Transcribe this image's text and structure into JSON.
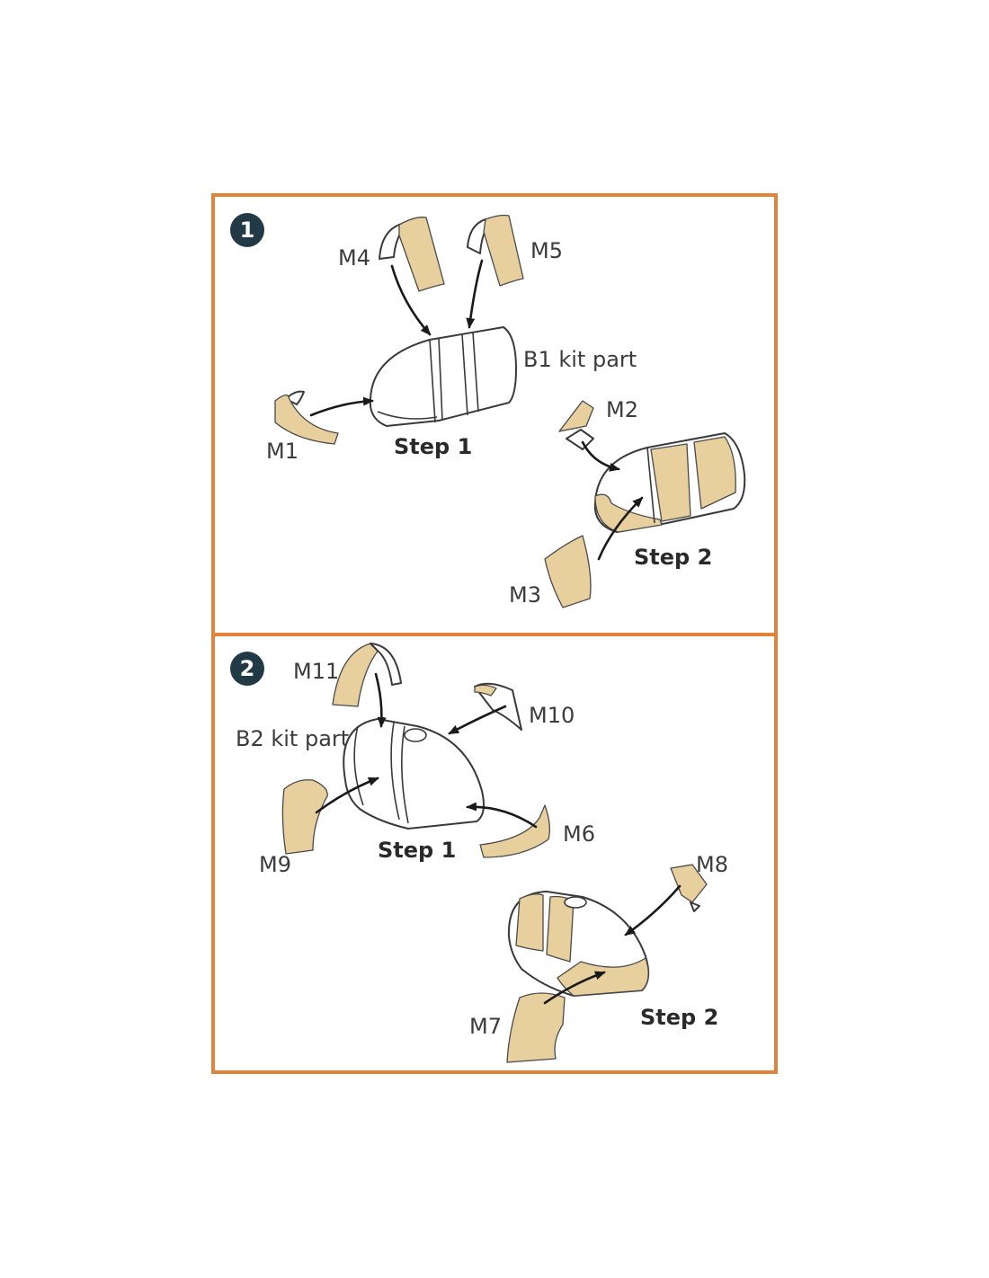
{
  "colors": {
    "border": "#e3833a",
    "badge": "#223a46",
    "mask": "#e8cf9e"
  },
  "panel1": {
    "number": "1",
    "kit_part": "B1 kit part",
    "step1": "Step 1",
    "step2": "Step 2",
    "masks": {
      "m1": "M1",
      "m2": "M2",
      "m3": "M3",
      "m4": "M4",
      "m5": "M5"
    }
  },
  "panel2": {
    "number": "2",
    "kit_part": "B2 kit part",
    "step1": "Step 1",
    "step2": "Step 2",
    "masks": {
      "m6": "M6",
      "m7": "M7",
      "m8": "M8",
      "m9": "M9",
      "m10": "M10",
      "m11": "M11"
    }
  }
}
